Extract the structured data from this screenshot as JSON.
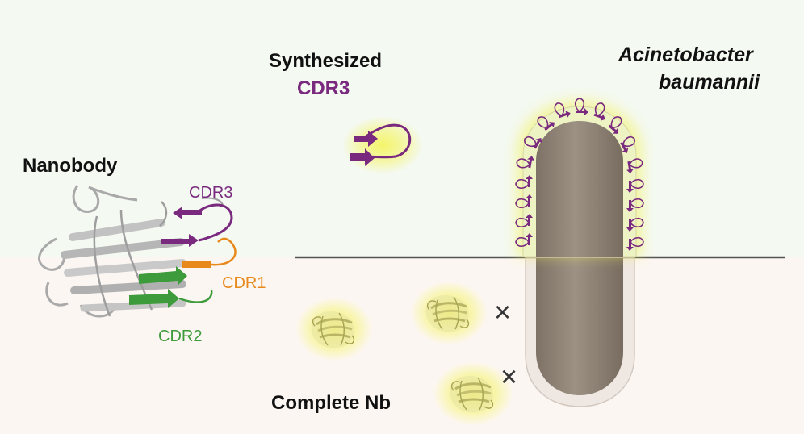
{
  "labels": {
    "synthesized": "Synthesized",
    "cdr3_top": "CDR3",
    "species_line1": "Acinetobacter",
    "species_line2": "baumannii",
    "nanobody": "Nanobody",
    "cdr3": "CDR3",
    "cdr1": "CDR1",
    "cdr2": "CDR2",
    "complete_nb": "Complete Nb",
    "no_bind_mark": "×"
  },
  "colors": {
    "cdr1": "#e8891c",
    "cdr2": "#3e9b3b",
    "cdr3": "#7a2a7e",
    "glow": "#f1f14a",
    "bacterium": "#8a7d70",
    "divider": "#555555",
    "nanobody_body": "#b8b8b8",
    "complete_nb": "#d6d38a"
  },
  "icons": [
    "nanobody-structure",
    "cdr3-peptide",
    "bacterium",
    "complete-nanobody",
    "cross-mark-icon"
  ]
}
